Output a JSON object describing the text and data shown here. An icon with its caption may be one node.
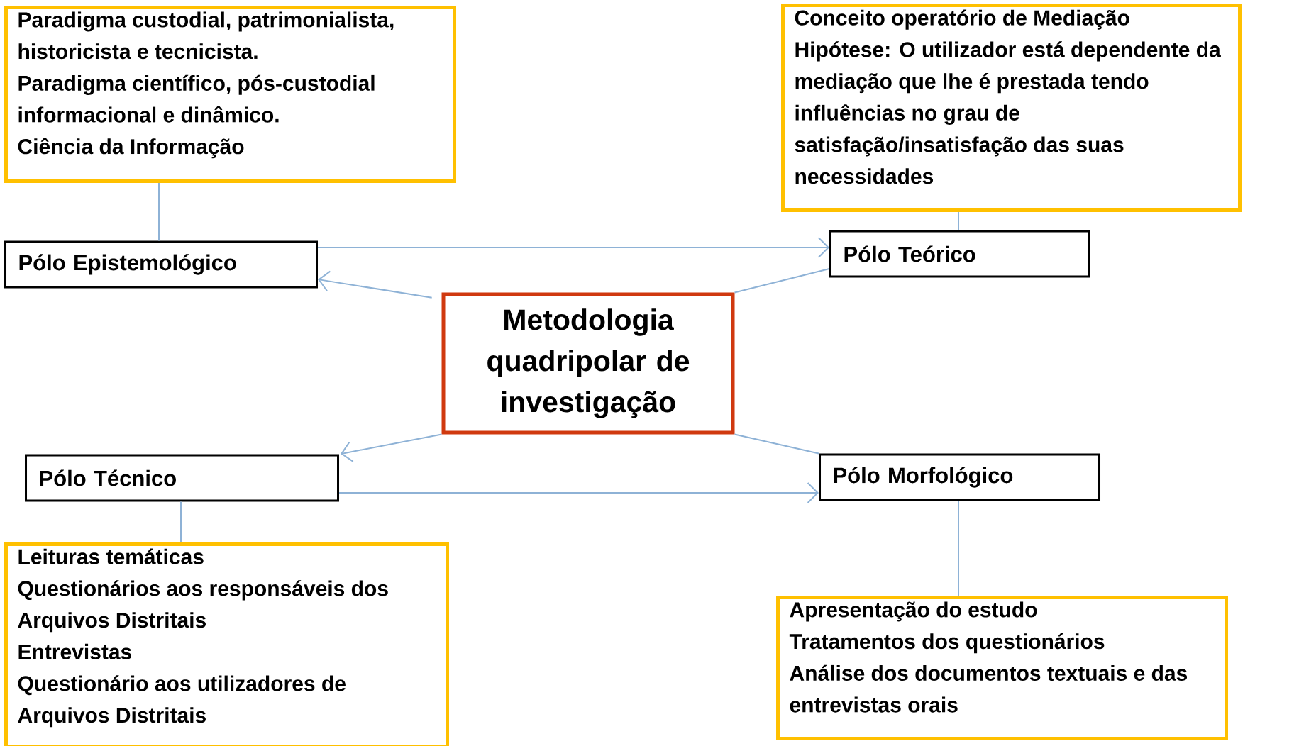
{
  "diagram": {
    "nodes": [
      {
        "text": [
          "Paradigma custodial, patrimonialista, historicista e tecnicista.",
          "Paradigma científico, pós-custodial informacional e dinâmico.",
          "Ciência da Informação"
        ]
      },
      {
        "text": [
          "Pólo Epistemológico"
        ]
      },
      {
        "text": [
          "Conceito operatório de Mediação",
          "Hipótese: O utilizador está dependente da mediação que lhe é prestada tendo influências no grau de satisfação/insatisfação das suas necessidades"
        ]
      },
      {
        "text": [
          "Pólo Teórico"
        ]
      },
      {
        "text": [
          "Metodologia quadripolar de investigação"
        ]
      },
      {
        "text": [
          "Pólo Técnico"
        ]
      },
      {
        "text": [
          "Pólo Morfológico"
        ]
      },
      {
        "text": [
          "Leituras temáticas",
          "Questionários aos responsáveis dos Arquivos Distritais",
          "Entrevistas",
          "Questionário aos utilizadores de Arquivos Distritais"
        ]
      },
      {
        "text": [
          "Apresentação do estudo",
          "Tratamentos dos questionários",
          "Análise dos documentos textuais e das entrevistas orais"
        ]
      }
    ],
    "edges": [
      {
        "from": 0,
        "to": 1,
        "arrow": "none"
      },
      {
        "from": 2,
        "to": 3,
        "arrow": "none"
      },
      {
        "from": 4,
        "to": 1,
        "arrow": "to"
      },
      {
        "from": 4,
        "to": 3,
        "arrow": "none"
      },
      {
        "from": 4,
        "to": 5,
        "arrow": "to"
      },
      {
        "from": 4,
        "to": 6,
        "arrow": "none"
      },
      {
        "from": 5,
        "to": 7,
        "arrow": "none"
      },
      {
        "from": 6,
        "to": 8,
        "arrow": "none"
      },
      {
        "from": 1,
        "to": 3,
        "arrow": "to"
      },
      {
        "from": 5,
        "to": 6,
        "arrow": "to"
      }
    ]
  }
}
